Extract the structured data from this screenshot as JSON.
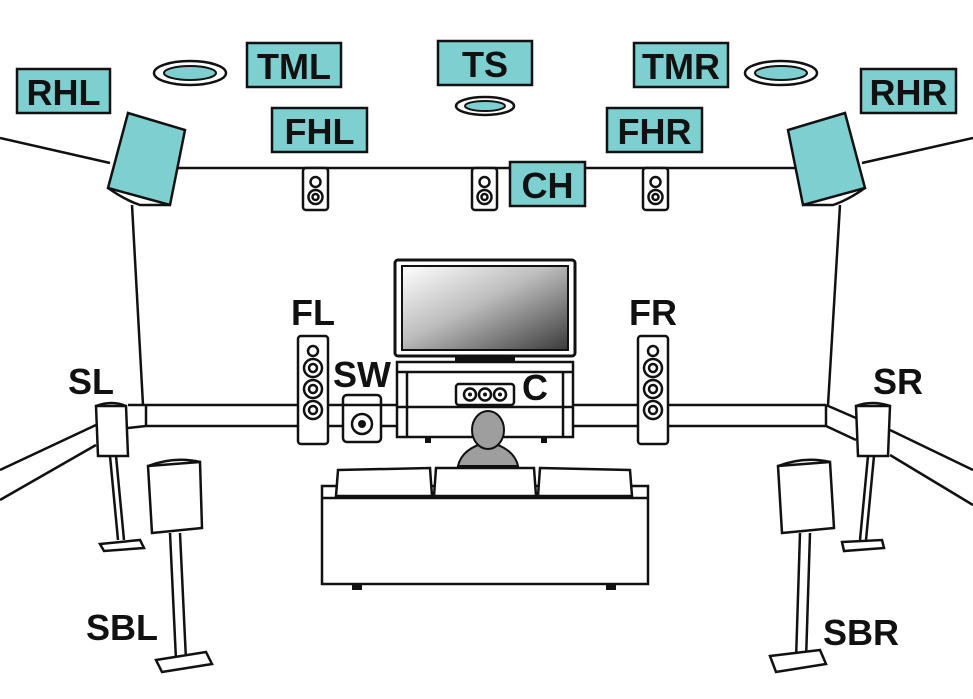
{
  "colors": {
    "highlight": "#7ecfcf",
    "outline": "#111111",
    "background": "#ffffff"
  },
  "labels": {
    "rhl": "RHL",
    "tml": "TML",
    "ts": "TS",
    "tmr": "TMR",
    "rhr": "RHR",
    "fhl": "FHL",
    "fhr": "FHR",
    "ch": "CH",
    "fl": "FL",
    "fr": "FR",
    "sw": "SW",
    "c": "C",
    "sl": "SL",
    "sr": "SR",
    "sbl": "SBL",
    "sbr": "SBR"
  }
}
